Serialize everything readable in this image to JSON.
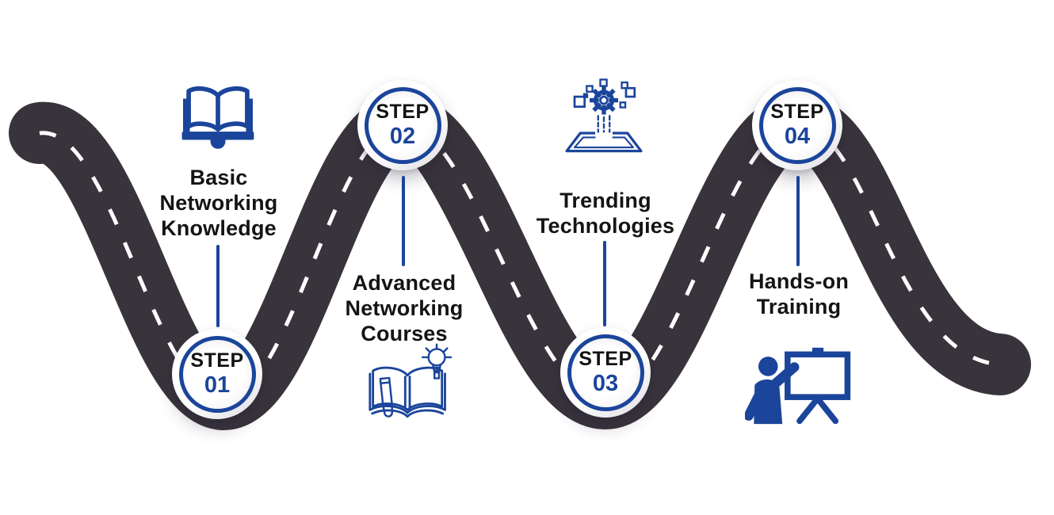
{
  "step_word": "STEP",
  "steps": [
    {
      "number": "01",
      "label": "Basic Networking Knowledge",
      "lines": [
        "Basic",
        "Networking",
        "Knowledge"
      ],
      "icon": "open-book-icon"
    },
    {
      "number": "02",
      "label": "Advanced Networking Courses",
      "lines": [
        "Advanced",
        "Networking",
        "Courses"
      ],
      "icon": "book-pencil-lightbulb-icon"
    },
    {
      "number": "03",
      "label": "Trending Technologies",
      "lines": [
        "Trending",
        "Technologies"
      ],
      "icon": "gear-pixels-platform-icon"
    },
    {
      "number": "04",
      "label": "Hands-on Training",
      "lines": [
        "Hands-on",
        "Training"
      ],
      "icon": "trainer-whiteboard-icon"
    }
  ],
  "colors": {
    "road": "#39333b",
    "road_dash": "#ffffff",
    "accent_blue": "#1b459b",
    "label_text": "#141414",
    "background": "#ffffff"
  }
}
